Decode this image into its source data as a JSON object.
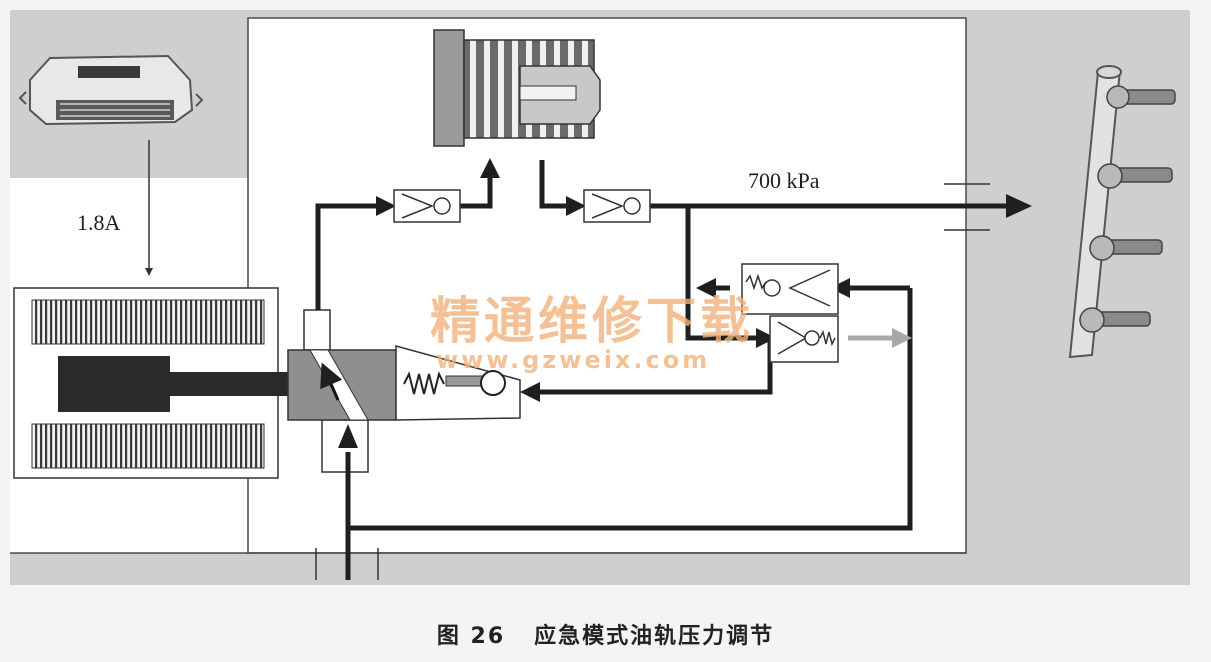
{
  "diagram": {
    "current_label": "1.8A",
    "pressure_label": "700 kPa",
    "watermark_cn": "精通维修下载",
    "watermark_url": "www.gzweix.com"
  },
  "caption": "图 26   应急模式油轨压力调节",
  "colors": {
    "background": "#f4f4f2",
    "gray_panel": "#cfcfcd",
    "line": "#1f1f1f",
    "watermark": "#f0b27a",
    "return_arrow": "#a8a8a8"
  },
  "icons": [
    "ecu-module-icon",
    "fuel-rail-injectors-icon",
    "high-pressure-pump-icon",
    "check-valve-icon",
    "pressure-regulator-valve-icon",
    "solenoid-coil-icon"
  ]
}
